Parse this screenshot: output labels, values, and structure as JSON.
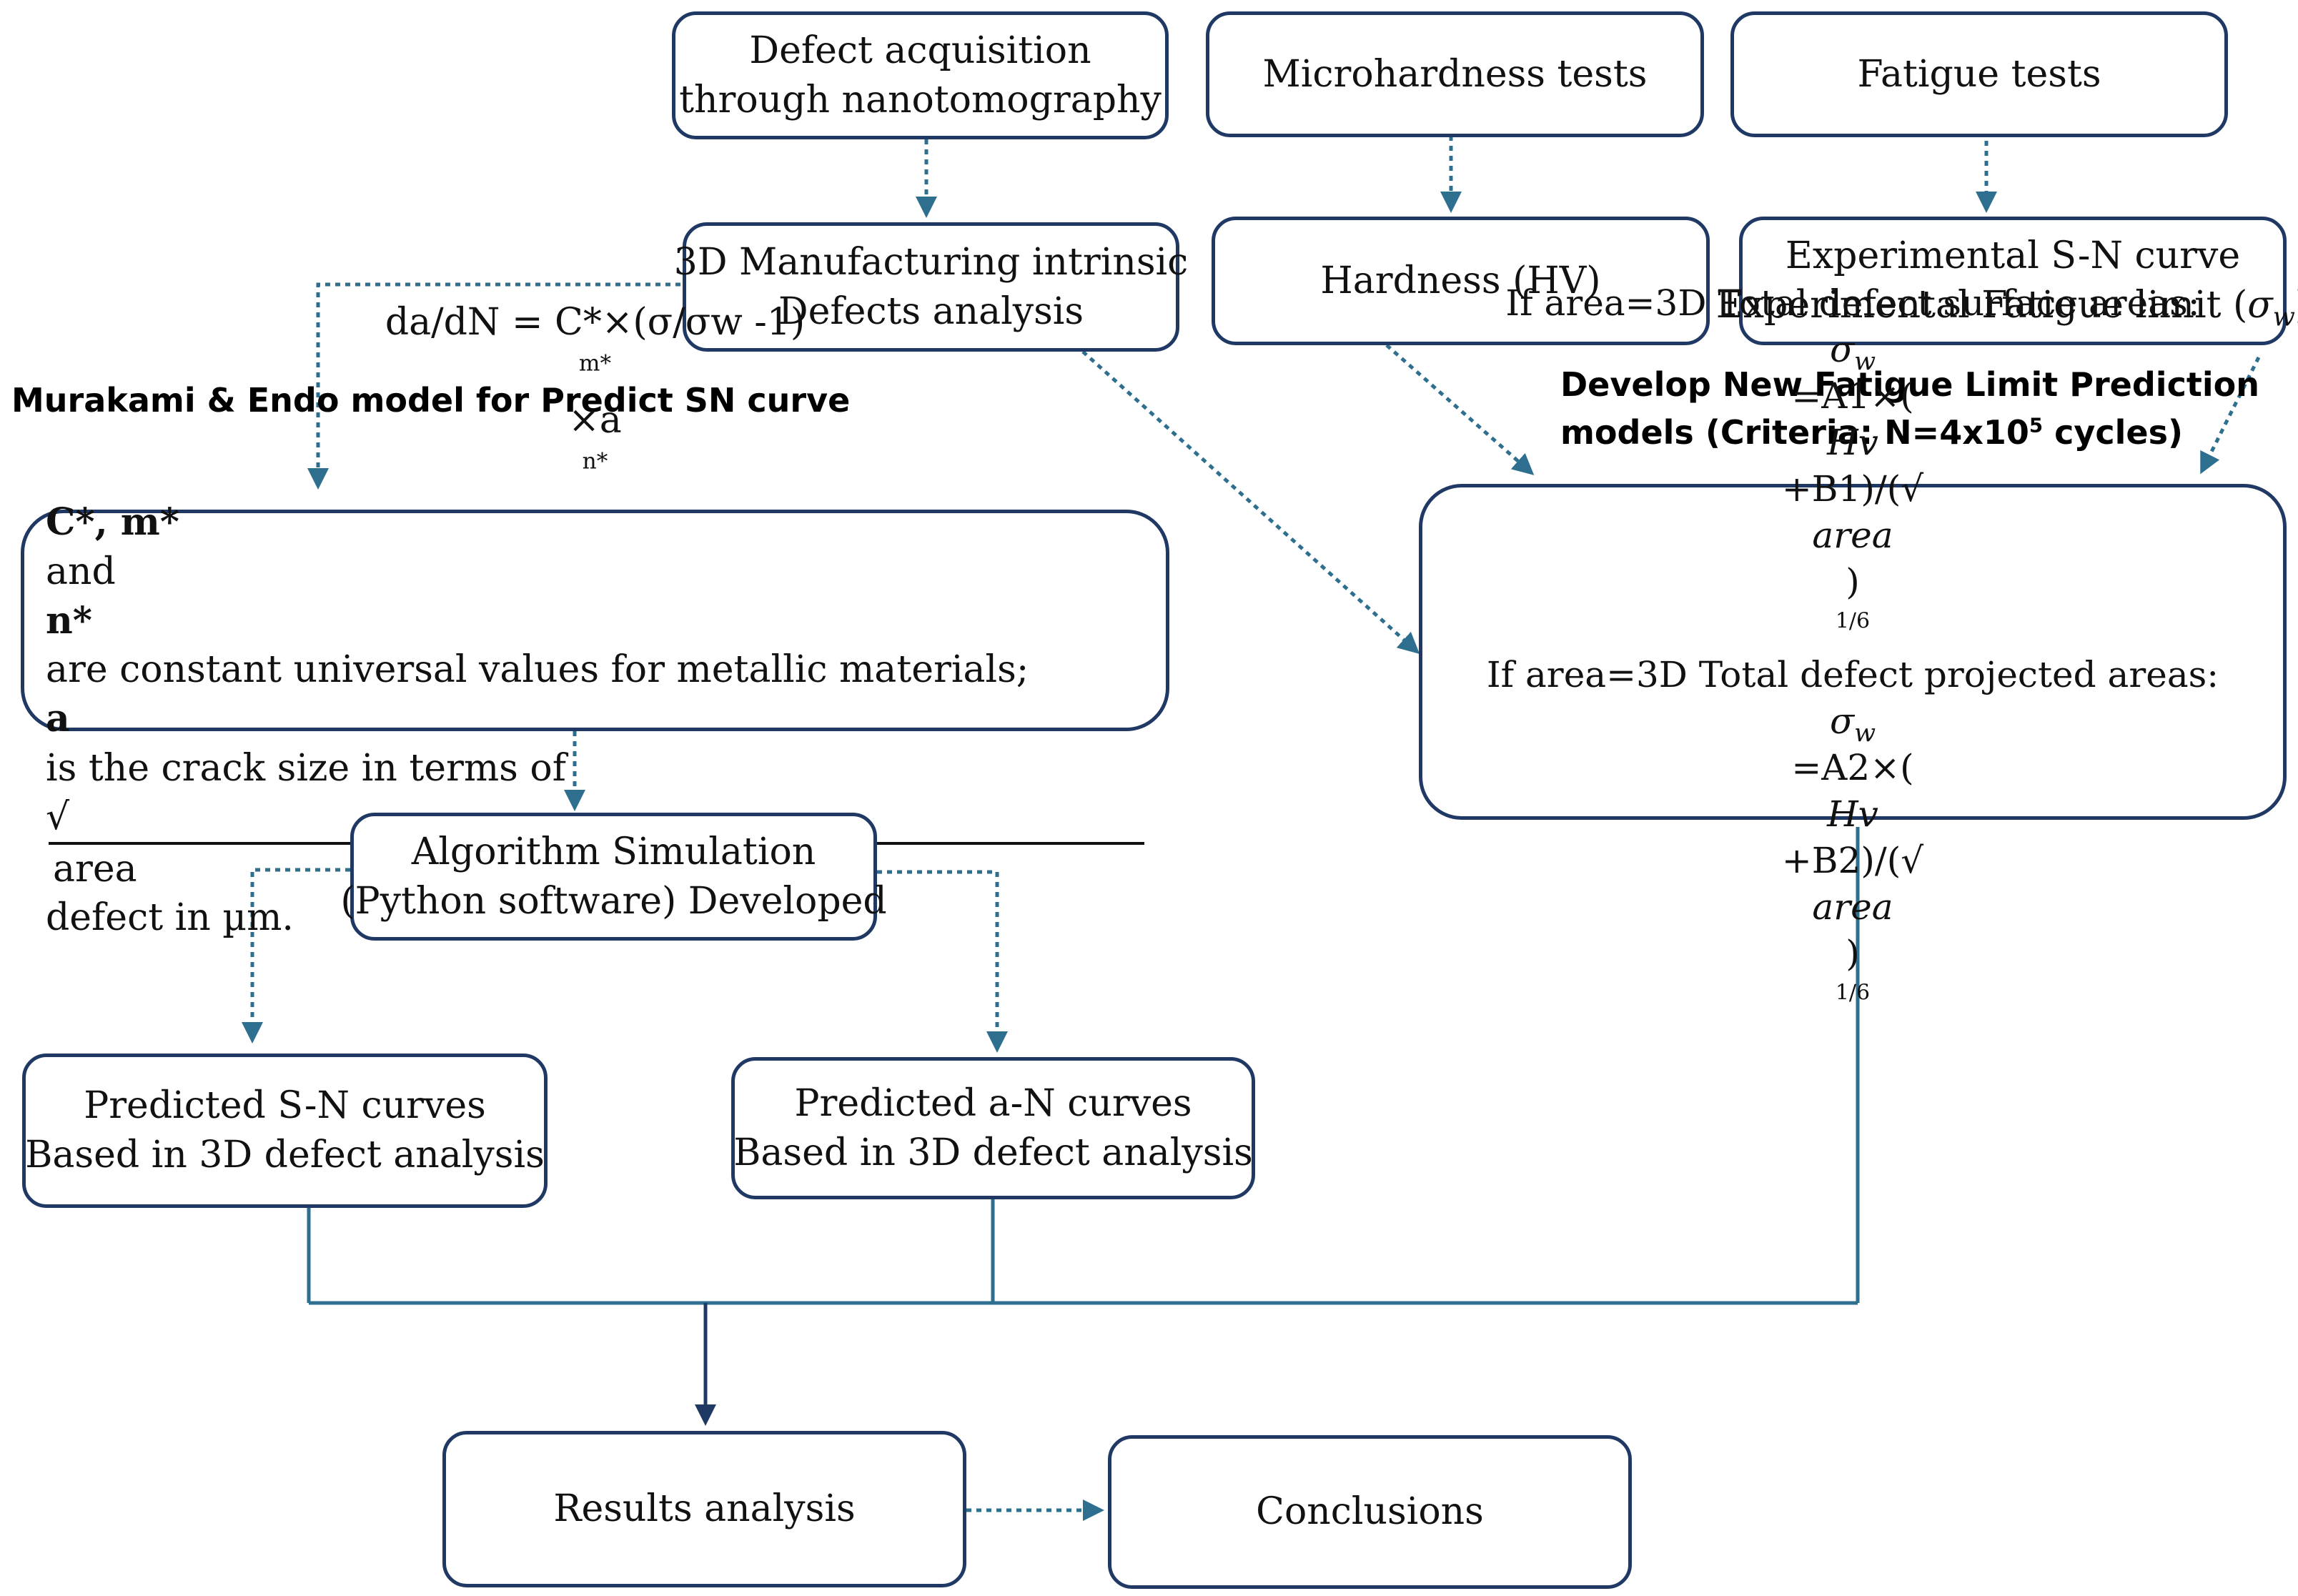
{
  "boxes": {
    "defect_acquisition": [
      "Defect acquisition",
      "through nanotomography"
    ],
    "microhardness": "Microhardness tests",
    "fatigue_tests": "Fatigue tests",
    "defects_analysis": [
      "3D Manufacturing intrinsic",
      "Defects analysis"
    ],
    "hardness": "Hardness (HV)",
    "experimental": {
      "line1": "Experimental S-N curve",
      "line2_prefix": "Experimental Fatigue limit (",
      "line2_symbol": "σ",
      "line2_sub": "w",
      "line2_suffix": ")"
    },
    "murakami_formula": {
      "eq_prefix": "da/dN = C*×(σ/σw -1)",
      "eq_exp_m": "m*",
      "eq_mid": "×a",
      "eq_exp_n": "n*",
      "line2_bold": "C*, m*",
      "line2_and1": " and ",
      "line2_bold2": "n*",
      "line2_rest": " are constant universal values for metallic materials;",
      "line3_bold": "a",
      "line3_pre": " is the crack size in terms of ",
      "line3_radicand": "area",
      "line3_post": " defect in µm."
    },
    "fatigue_models": {
      "case1": "If  area=3D Total defect surface areas:",
      "formula1_lhs": "σ",
      "formula1_sub": "w",
      "formula1_a": "=A1×(",
      "formula1_hv": "Hv",
      "formula1_b": "+B1)/(√",
      "formula1_area": "area",
      "formula1_c": ")",
      "formula1_exp": "1/6",
      "case2": "If area=3D Total defect projected areas:",
      "formula2_lhs": "σ",
      "formula2_sub": "w",
      "formula2_a": "=A2×(",
      "formula2_hv": "Hv",
      "formula2_b": "+B2)/(√",
      "formula2_area": "area",
      "formula2_c": ")",
      "formula2_exp": "1/6"
    },
    "algorithm": [
      "Algorithm Simulation",
      "(Python software) Developed"
    ],
    "predicted_sn": [
      "Predicted S-N curves",
      "Based in 3D defect analysis"
    ],
    "predicted_an": [
      "Predicted a-N curves",
      "Based in 3D defect analysis"
    ],
    "results": "Results analysis",
    "conclusions": "Conclusions"
  },
  "labels": {
    "murakami": "Murakami & Endo model for Predict SN curve",
    "develop_line1": "Develop New Fatigue Limit  Prediction",
    "develop_line2_prefix": "models (Criteria: N=4x10",
    "develop_line2_exp": "5",
    "develop_line2_suffix": " cycles)"
  },
  "colors": {
    "box_border": "#1f3864",
    "dotted_arrow": "#2e6e8e",
    "solid_line": "#2e6e8e",
    "solid_arrow": "#1f3864"
  }
}
